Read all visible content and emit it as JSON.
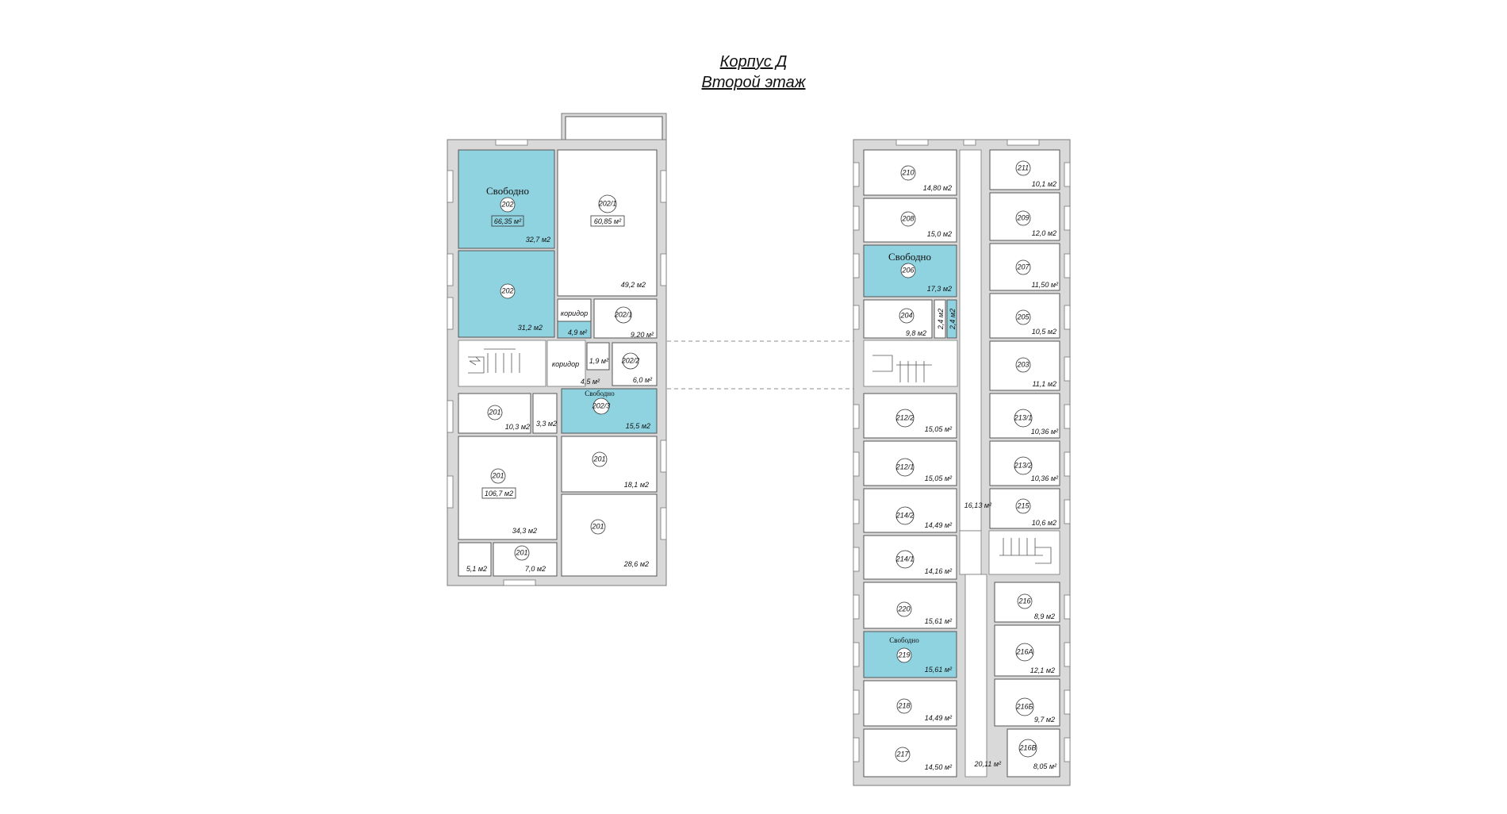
{
  "title": {
    "building": "Корпус Д",
    "floor": "Второй этаж"
  },
  "colors": {
    "free": "#8fd3e0",
    "wall": "#d9d9d9"
  },
  "free_status": "Свободно",
  "left_block": {
    "room_202_top": {
      "num": "202",
      "status": "Свободно",
      "total": "66,35 м²",
      "area": "32,7 м2"
    },
    "room_202_bottom": {
      "num": "202",
      "area": "31,2 м2"
    },
    "room_202_1_big": {
      "num": "202/1",
      "total": "60,85 м²",
      "area": "49,2 м2"
    },
    "corridor_a": {
      "label": "коридор",
      "area": "4,9 м²"
    },
    "room_202_1_small": {
      "num": "202/1",
      "area": "9,20 м²"
    },
    "wc": {
      "area": "1,9 м²"
    },
    "room_202_2": {
      "num": "202/2",
      "area": "6,0 м²"
    },
    "corridor_b": {
      "label": "коридор",
      "area": "4,5 м²"
    },
    "room_202_3": {
      "num": "202/3",
      "status": "Свободно",
      "area": "15,5 м2"
    },
    "room_201_a": {
      "num": "201",
      "area": "10,3 м2"
    },
    "closet": {
      "area": "3,3 м2"
    },
    "room_201_b": {
      "num": "201",
      "total": "106,7 м2",
      "area": "34,3 м2"
    },
    "room_201_c": {
      "num": "201",
      "area": "18,1 м2"
    },
    "room_201_d": {
      "num": "201",
      "area": "28,6 м2"
    },
    "small_a": {
      "area": "5,1 м2"
    },
    "room_201_e": {
      "num": "201",
      "area": "7,0 м2"
    }
  },
  "right_block": {
    "r210": {
      "num": "210",
      "area": "14,80 м2"
    },
    "r208": {
      "num": "208",
      "area": "15,0 м2"
    },
    "r206": {
      "num": "206",
      "status": "Свободно",
      "area": "17,3 м2"
    },
    "r204": {
      "num": "204",
      "area": "9,8 м2"
    },
    "wc_a": {
      "area": "2,4 м2"
    },
    "wc_b": {
      "area": "2,4 м2"
    },
    "r211": {
      "num": "211",
      "area": "10,1 м2"
    },
    "r209": {
      "num": "209",
      "area": "12,0 м2"
    },
    "r207": {
      "num": "207",
      "area": "11,50 м²"
    },
    "r205": {
      "num": "205",
      "area": "10,5 м2"
    },
    "r203": {
      "num": "203",
      "area": "11,1 м2"
    },
    "r212_2": {
      "num": "212/2",
      "area": "15,05 м²"
    },
    "r212_1": {
      "num": "212/1",
      "area": "15,05 м²"
    },
    "r214_2": {
      "num": "214/2",
      "area": "14,49 м²"
    },
    "r214_1": {
      "num": "214/1",
      "area": "14,16 м²"
    },
    "r213_1": {
      "num": "213/1",
      "area": "10,36 м²"
    },
    "r213_2": {
      "num": "213/2",
      "area": "10,36 м²"
    },
    "r215": {
      "num": "215",
      "area": "10,6 м2"
    },
    "corridor_top": {
      "area": "16,13 м²"
    },
    "r220": {
      "num": "220",
      "area": "15,61 м²"
    },
    "r219": {
      "num": "219",
      "status": "Свободно",
      "area": "15,61 м²"
    },
    "r218": {
      "num": "218",
      "area": "14,49 м²"
    },
    "r217": {
      "num": "217",
      "area": "14,50 м²"
    },
    "r216": {
      "num": "216",
      "area": "8,9 м2"
    },
    "r216a": {
      "num": "216А",
      "area": "12,1 м2"
    },
    "r216b": {
      "num": "216Б",
      "area": "9,7 м2"
    },
    "r216v": {
      "num": "216В",
      "area": "8,05 м²"
    },
    "corridor_bottom": {
      "area": "20,11 м²"
    }
  }
}
